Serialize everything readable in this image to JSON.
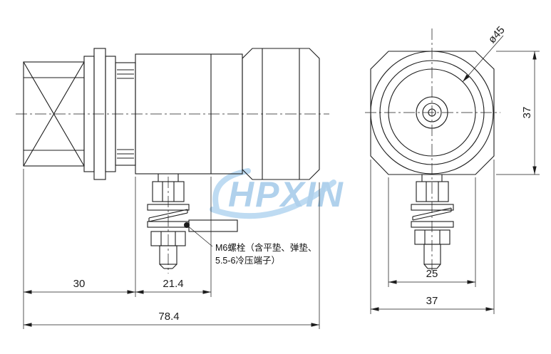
{
  "watermark": {
    "text": "HPXIN",
    "color": "#9dc6e8"
  },
  "note": {
    "line1": "M6螺栓（含平垫、弹垫、",
    "line2": "5.5-6冷压端子）"
  },
  "dims": {
    "side_left": "30",
    "side_mid": "21.4",
    "side_total": "78.4",
    "end_diameter": "ø45",
    "end_height": "37",
    "end_flat": "25",
    "end_width": "37"
  },
  "colors": {
    "line": "#1c1c1c",
    "background": "#ffffff"
  }
}
